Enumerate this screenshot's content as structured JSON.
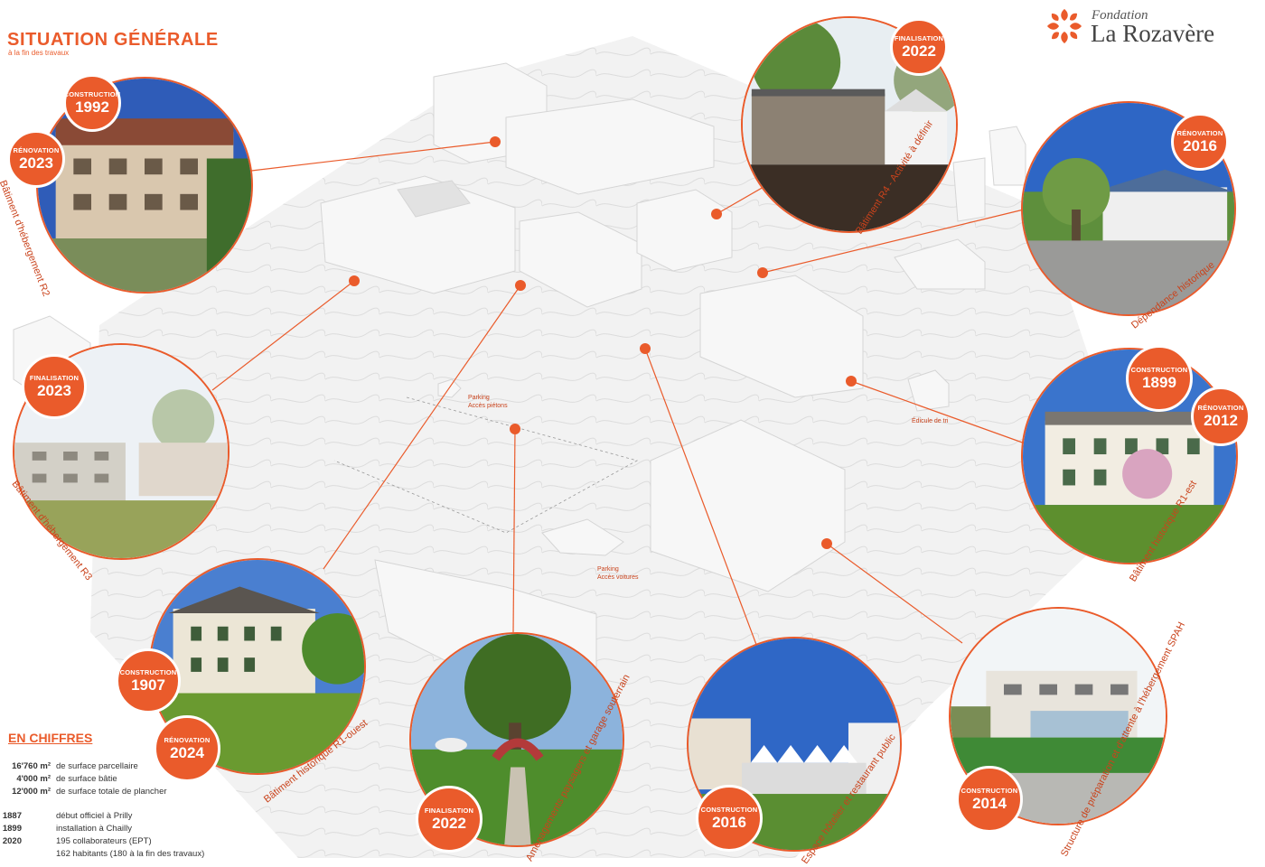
{
  "header": {
    "title": "SITUATION GÉNÉRALE",
    "subtitle": "à la fin des travaux"
  },
  "logo": {
    "top": "Fondation",
    "name": "La Rozavère"
  },
  "colors": {
    "accent": "#ea5b2b",
    "model": "#f1f1f1"
  },
  "places": [
    {
      "id": "r2",
      "label": "Bâtiment d'hébergement R2",
      "badges": [
        {
          "l": "CONSTRUCTION",
          "y": "1992"
        },
        {
          "l": "RÉNOVATION",
          "y": "2023"
        }
      ]
    },
    {
      "id": "r4",
      "label": "Bâtiment R4 - Activité à définir",
      "badges": [
        {
          "l": "FINALISATION",
          "y": "2022"
        }
      ]
    },
    {
      "id": "dep",
      "label": "Dépendance historique",
      "badges": [
        {
          "l": "RÉNOVATION",
          "y": "2016"
        }
      ]
    },
    {
      "id": "r3",
      "label": "Bâtiment d'hébergement R3",
      "badges": [
        {
          "l": "FINALISATION",
          "y": "2023"
        }
      ]
    },
    {
      "id": "r1e",
      "label": "Bâtiment historique R1-est",
      "badges": [
        {
          "l": "CONSTRUCTION",
          "y": "1899"
        },
        {
          "l": "RÉNOVATION",
          "y": "2012"
        }
      ]
    },
    {
      "id": "r1o",
      "label": "Bâtiment historique R1-ouest",
      "badges": [
        {
          "l": "CONSTRUCTION",
          "y": "1907"
        },
        {
          "l": "RÉNOVATION",
          "y": "2024"
        }
      ]
    },
    {
      "id": "jar",
      "label": "Aménagements paysagers et garage souterrain",
      "badges": [
        {
          "l": "FINALISATION",
          "y": "2022"
        }
      ]
    },
    {
      "id": "hot",
      "label": "Espace hôtelier et restaurant public",
      "badges": [
        {
          "l": "CONSTRUCTION",
          "y": "2016"
        }
      ]
    },
    {
      "id": "spah",
      "label": "Structure de préparation et d'attente à l'hébergement SPAH",
      "badges": [
        {
          "l": "CONSTRUCTION",
          "y": "2014"
        }
      ]
    }
  ],
  "map_labels": {
    "parking_pietons": [
      "Parking",
      "Accès piétons"
    ],
    "parking_voitures": [
      "Parking",
      "Accès voitures"
    ],
    "edicule": "Édicule de tri"
  },
  "chiffres": {
    "title": "EN CHIFFRES",
    "surfaces": [
      {
        "k": "16'760 m²",
        "v": "de surface parcellaire"
      },
      {
        "k": "4'000 m²",
        "v": "de surface bâtie"
      },
      {
        "k": "12'000 m²",
        "v": "de surface totale de plancher"
      }
    ],
    "dates": [
      {
        "k": "1887",
        "v": "début officiel à Prilly"
      },
      {
        "k": "1899",
        "v": "installation à Chailly"
      },
      {
        "k": "2020",
        "v": "195 collaborateurs (EPT)"
      },
      {
        "k": "",
        "v": "162 habitants (180 à la fin des travaux)"
      }
    ]
  }
}
